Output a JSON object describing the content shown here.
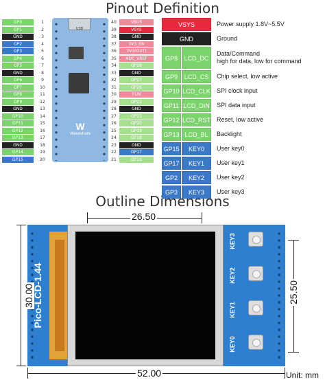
{
  "titles": {
    "pinout": "Pinout Definition",
    "outline": "Outline Dimensions"
  },
  "pico": {
    "left_pins": [
      {
        "num": "1",
        "label": "GP0",
        "color": "#7bd36b"
      },
      {
        "num": "2",
        "label": "GP1",
        "color": "#7bd36b"
      },
      {
        "num": "3",
        "label": "GND",
        "color": "#222222"
      },
      {
        "num": "4",
        "label": "GP2",
        "color": "#3a78c8"
      },
      {
        "num": "5",
        "label": "GP3",
        "color": "#3a78c8"
      },
      {
        "num": "6",
        "label": "GP4",
        "color": "#7bd36b"
      },
      {
        "num": "7",
        "label": "GP5",
        "color": "#7bd36b"
      },
      {
        "num": "8",
        "label": "GND",
        "color": "#222222"
      },
      {
        "num": "9",
        "label": "GP6",
        "color": "#7bd36b"
      },
      {
        "num": "10",
        "label": "GP7",
        "color": "#7bd36b"
      },
      {
        "num": "11",
        "label": "GP8",
        "color": "#7bd36b"
      },
      {
        "num": "12",
        "label": "GP9",
        "color": "#7bd36b"
      },
      {
        "num": "13",
        "label": "GND",
        "color": "#222222"
      },
      {
        "num": "14",
        "label": "GP10",
        "color": "#7bd36b"
      },
      {
        "num": "15",
        "label": "GP11",
        "color": "#7bd36b"
      },
      {
        "num": "16",
        "label": "GP12",
        "color": "#7bd36b"
      },
      {
        "num": "17",
        "label": "GP13",
        "color": "#7bd36b"
      },
      {
        "num": "18",
        "label": "GND",
        "color": "#222222"
      },
      {
        "num": "19",
        "label": "GP14",
        "color": "#7bd36b"
      },
      {
        "num": "20",
        "label": "GP15",
        "color": "#3a78c8"
      }
    ],
    "right_pins": [
      {
        "num": "40",
        "label": "VBUS",
        "color": "#f08a9b"
      },
      {
        "num": "39",
        "label": "VSYS",
        "color": "#e8293d"
      },
      {
        "num": "38",
        "label": "GND",
        "color": "#222222"
      },
      {
        "num": "37",
        "label": "3V3_EN",
        "color": "#f08a9b"
      },
      {
        "num": "36",
        "label": "3V3(OUT)",
        "color": "#f08a9b"
      },
      {
        "num": "35",
        "label": "ADC_VREF",
        "color": "#f08a9b"
      },
      {
        "num": "34",
        "label": "GP28",
        "color": "#a5e08f"
      },
      {
        "num": "33",
        "label": "GND",
        "color": "#222222"
      },
      {
        "num": "32",
        "label": "GP27",
        "color": "#a5e08f"
      },
      {
        "num": "31",
        "label": "GP26",
        "color": "#a5e08f"
      },
      {
        "num": "30",
        "label": "RUN",
        "color": "#f08a9b"
      },
      {
        "num": "29",
        "label": "GP22",
        "color": "#a5e08f"
      },
      {
        "num": "28",
        "label": "GND",
        "color": "#222222"
      },
      {
        "num": "27",
        "label": "GP21",
        "color": "#a5e08f"
      },
      {
        "num": "26",
        "label": "GP20",
        "color": "#a5e08f"
      },
      {
        "num": "25",
        "label": "GP19",
        "color": "#a5e08f"
      },
      {
        "num": "24",
        "label": "GP18",
        "color": "#a5e08f"
      },
      {
        "num": "23",
        "label": "GND",
        "color": "#222222"
      },
      {
        "num": "22",
        "label": "GP17",
        "color": "#3a78c8"
      },
      {
        "num": "21",
        "label": "GP16",
        "color": "#a5e08f"
      }
    ],
    "usb_label": "USB",
    "brand": "Waveshare"
  },
  "legend": [
    {
      "pin": "VSYS",
      "func": "",
      "desc": "Power supply 1.8V~5.5V",
      "color": "#e8293d",
      "span": true
    },
    {
      "pin": "GND",
      "func": "",
      "desc": "Ground",
      "color": "#222222",
      "span": true
    },
    {
      "pin": "GP8",
      "func": "LCD_DC",
      "desc": "Data/Command\nhigh for data, low for command",
      "color": "#7bd36b",
      "span": false,
      "tall": true
    },
    {
      "pin": "GP9",
      "func": "LCD_CS",
      "desc": "Chip select, low active",
      "color": "#7bd36b",
      "span": false
    },
    {
      "pin": "GP10",
      "func": "LCD_CLK",
      "desc": "SPI clock input",
      "color": "#7bd36b",
      "span": false
    },
    {
      "pin": "GP11",
      "func": "LCD_DIN",
      "desc": "SPI data input",
      "color": "#7bd36b",
      "span": false
    },
    {
      "pin": "GP12",
      "func": "LCD_RST",
      "desc": "Reset, low active",
      "color": "#7bd36b",
      "span": false
    },
    {
      "pin": "GP13",
      "func": "LCD_BL",
      "desc": "Backlight",
      "color": "#7bd36b",
      "span": false
    },
    {
      "pin": "GP15",
      "func": "KEY0",
      "desc": "User key0",
      "color": "#3a78c8",
      "span": false
    },
    {
      "pin": "GP17",
      "func": "KEY1",
      "desc": "User key1",
      "color": "#3a78c8",
      "span": false
    },
    {
      "pin": "GP2",
      "func": "KEY2",
      "desc": "User key2",
      "color": "#3a78c8",
      "span": false
    },
    {
      "pin": "GP3",
      "func": "KEY3",
      "desc": "User key3",
      "color": "#3a78c8",
      "span": false
    }
  ],
  "board": {
    "name": "Pico-LCD-1.44",
    "keys": [
      "KEY3",
      "KEY2",
      "KEY1",
      "KEY0"
    ],
    "board_color": "#2f7fd0"
  },
  "dimensions": {
    "screen_width": "26.50",
    "board_width": "52.00",
    "board_height": "30.00",
    "screen_height": "25.50",
    "unit": "Unit: mm"
  }
}
